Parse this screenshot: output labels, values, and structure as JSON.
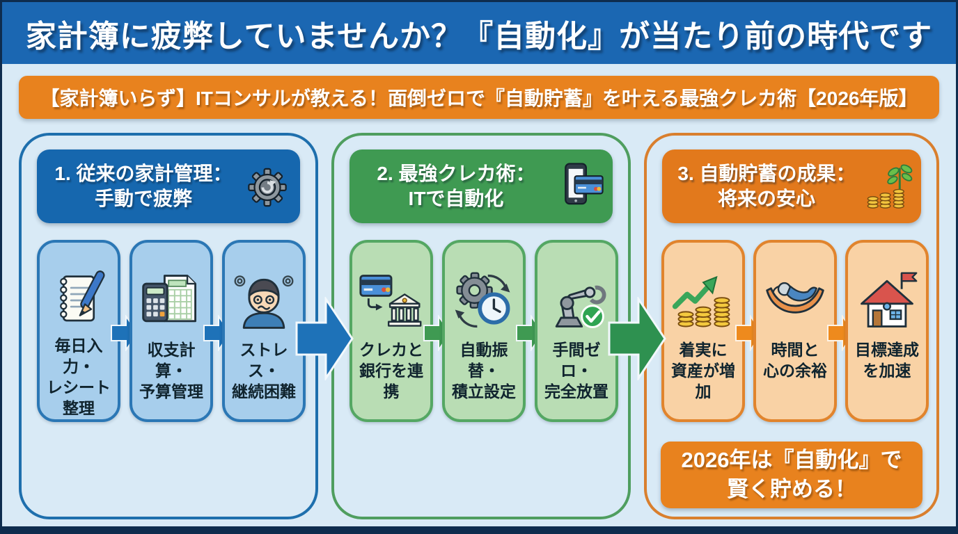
{
  "banner": {
    "title": "家計簿に疲弊していませんか？『自動化』が当たり前の時代です"
  },
  "subtitle": {
    "text": "【家計簿いらず】ITコンサルが教える！面倒ゼロで『自動貯蓄』を叶える最強クレカ術【2026年版】"
  },
  "theme": {
    "frame": "#0e2c4e",
    "page_bg": "#d9eaf6",
    "banner_blue": "#1b67b2",
    "accent_blue": "#1e72b8",
    "accent_green": "#2e9150",
    "accent_orange": "#e8821e",
    "card_blue": "#a7ceec",
    "card_green": "#b9ddb4",
    "card_orange": "#f9d2a5"
  },
  "columns": [
    {
      "header": {
        "line1": "1. 従来の家計管理：",
        "line2": "手動で疲弊",
        "icon": "gear-sync-icon"
      },
      "cards": [
        {
          "icon": "notebook-pen-icon",
          "label": "毎日入力・\nレシート\n整理"
        },
        {
          "icon": "calculator-sheet-icon",
          "label": "収支計算・\n予算管理"
        },
        {
          "icon": "stressed-person-icon",
          "label": "ストレス・\n継続困難"
        }
      ]
    },
    {
      "header": {
        "line1": "2. 最強クレカ術：",
        "line2": "ITで自動化",
        "icon": "phone-card-icon"
      },
      "cards": [
        {
          "icon": "card-bank-icon",
          "label": "クレカと\n銀行を連携"
        },
        {
          "icon": "gear-clock-icon",
          "label": "自動振替・\n積立設定"
        },
        {
          "icon": "robot-check-icon",
          "label": "手間ゼロ・\n完全放置"
        }
      ]
    },
    {
      "header": {
        "line1": "3. 自動貯蓄の成果：",
        "line2": "将来の安心",
        "icon": "plant-coins-icon"
      },
      "cards": [
        {
          "icon": "growth-coins-icon",
          "label": "着実に\n資産が増加"
        },
        {
          "icon": "hammock-icon",
          "label": "時間と\n心の余裕"
        },
        {
          "icon": "house-flag-icon",
          "label": "目標達成\nを加速"
        }
      ],
      "conclusion": "2026年は『自動化』で\n賢く貯める！"
    }
  ]
}
